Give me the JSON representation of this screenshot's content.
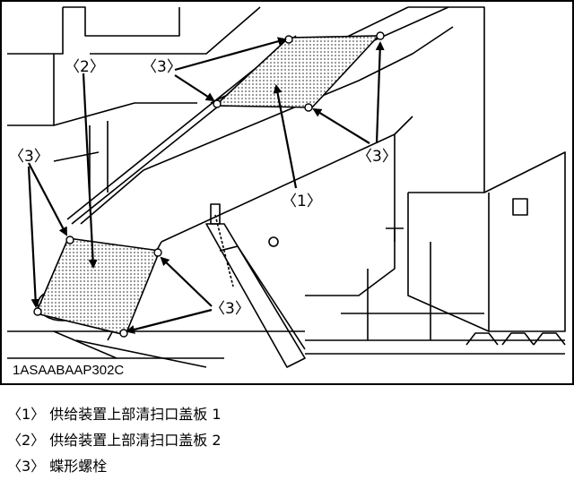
{
  "figure": {
    "code": "1ASAABAAP302C",
    "callouts": {
      "c1": "〈1〉",
      "c2": "〈2〉",
      "c3": "〈3〉"
    }
  },
  "legend": [
    {
      "label": "〈1〉 供给装置上部清扫口盖板 1"
    },
    {
      "label": "〈2〉 供给装置上部清扫口盖板 2"
    },
    {
      "label": "〈3〉 蝶形螺栓"
    }
  ]
}
